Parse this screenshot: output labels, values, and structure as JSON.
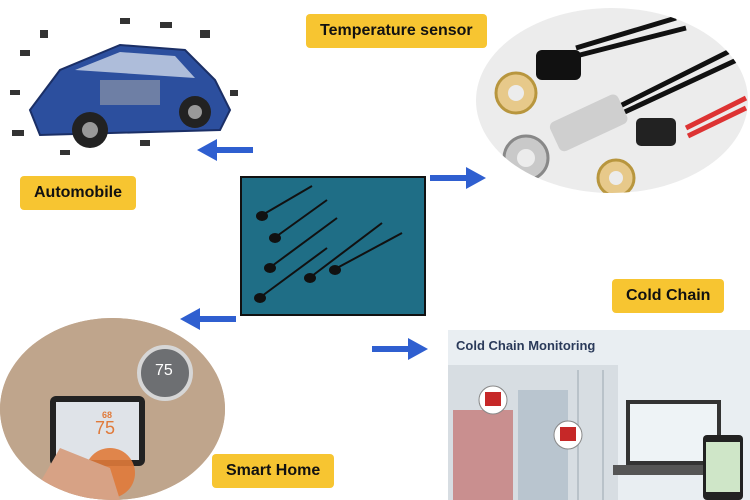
{
  "labels": {
    "automobile": "Automobile",
    "temperature_sensor": "Temperature sensor",
    "cold_chain": "Cold Chain",
    "smart_home": "Smart Home"
  },
  "cold_chain_panel": {
    "title": "Cold Chain Monitoring"
  },
  "smart_home_panel": {
    "thermostat_value": "75",
    "tablet_setpoint": "68",
    "tablet_value": "75"
  },
  "colors": {
    "label_bg": "#f7c531",
    "arrow": "#2f5fd0",
    "center_bg": "#1f6e86"
  }
}
